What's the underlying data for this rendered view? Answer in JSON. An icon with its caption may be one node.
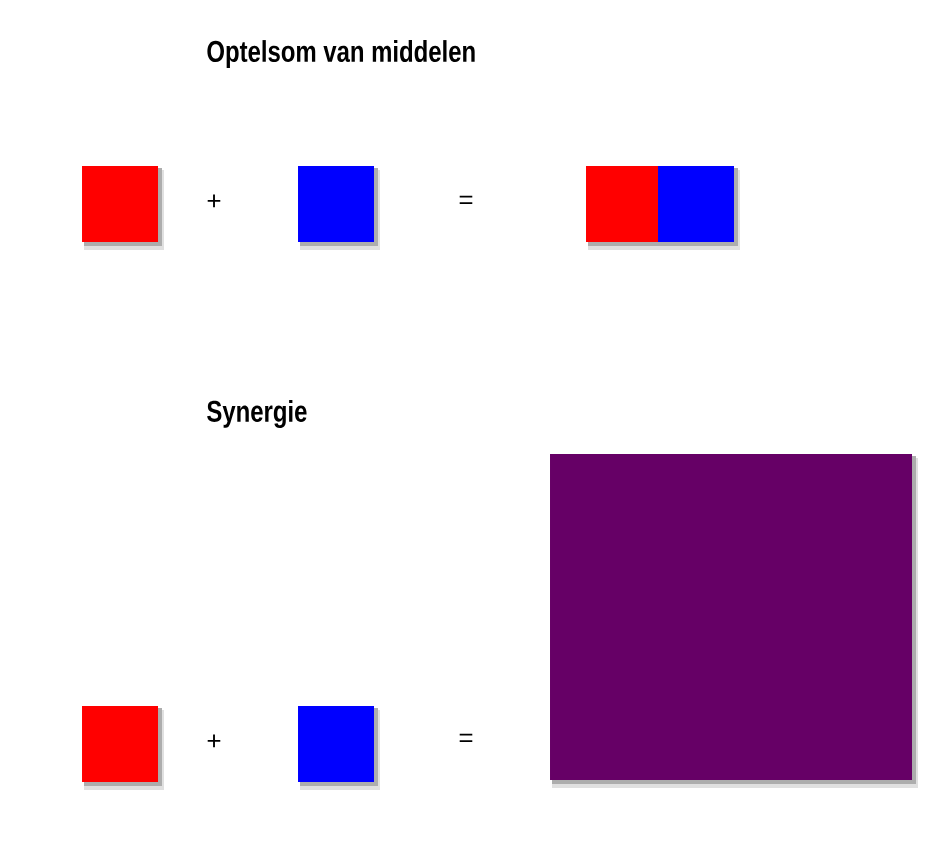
{
  "diagram": {
    "nodes": [
      {
        "text": [],
        "shape": "box"
      },
      {
        "text": [],
        "shape": "box"
      },
      {
        "text": [],
        "shape": "box"
      },
      {
        "text": [],
        "shape": "box"
      },
      {
        "text": [],
        "shape": "box"
      },
      {
        "text": [],
        "shape": "box"
      },
      {
        "text": [],
        "shape": "box"
      }
    ],
    "labels": [
      "Optelsom van middelen",
      "+",
      "=",
      "Synergie",
      "+",
      "="
    ]
  }
}
